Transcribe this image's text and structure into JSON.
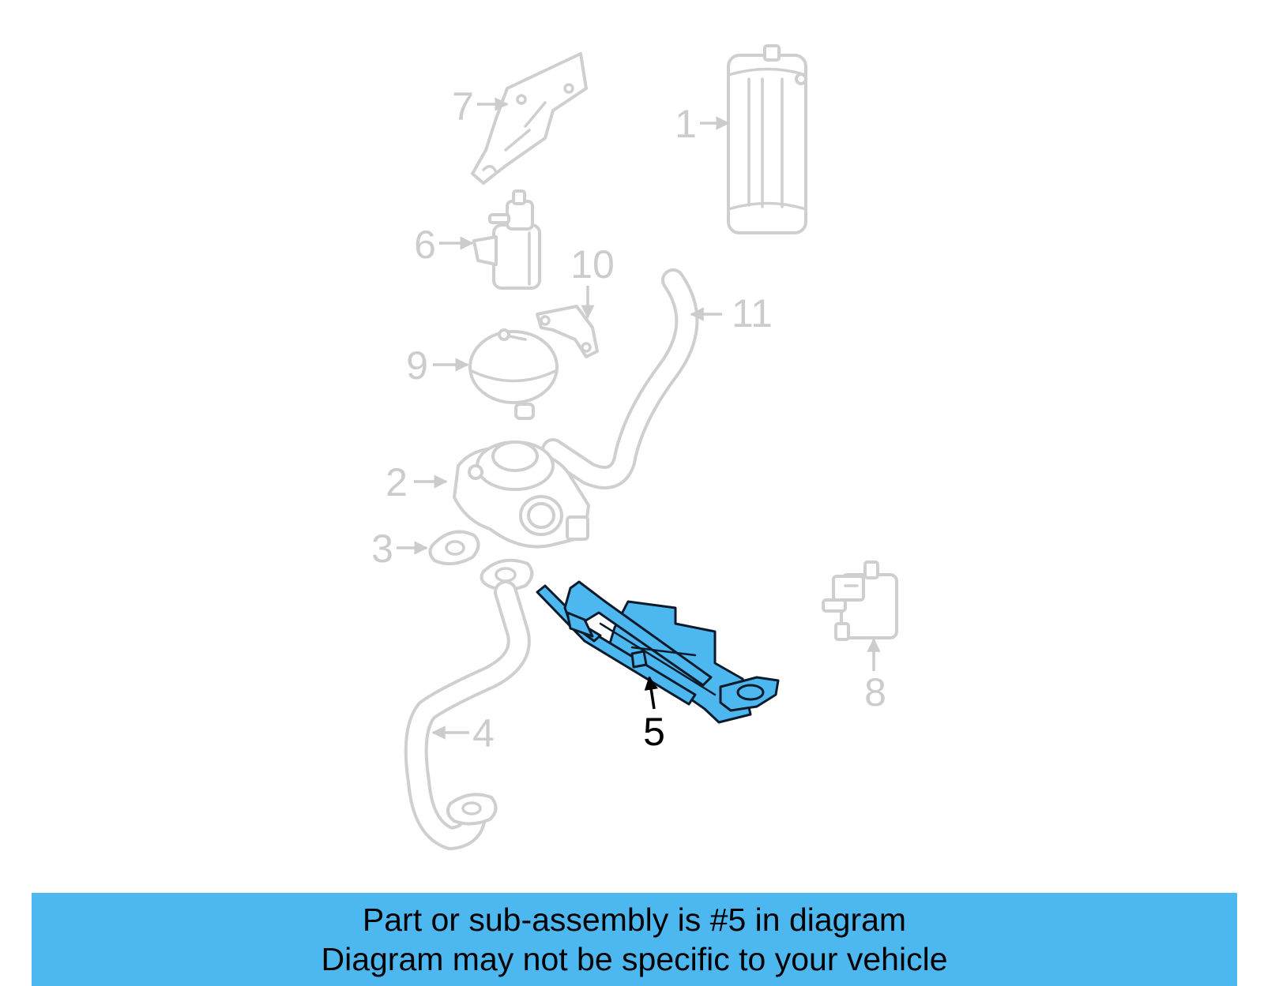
{
  "diagram": {
    "highlighted_part": "5",
    "callouts": [
      "1",
      "2",
      "3",
      "4",
      "5",
      "6",
      "7",
      "8",
      "9",
      "10",
      "11"
    ],
    "colors": {
      "highlight_fill": "#4db8f0",
      "ghost_stroke": "#cfcfcf",
      "label_inactive": "#cccccc",
      "label_active": "#000000"
    }
  },
  "banner": {
    "line1": "Part or sub-assembly is #5 in diagram",
    "line2": "Diagram may not be specific to your vehicle",
    "background": "#4db8f0"
  }
}
